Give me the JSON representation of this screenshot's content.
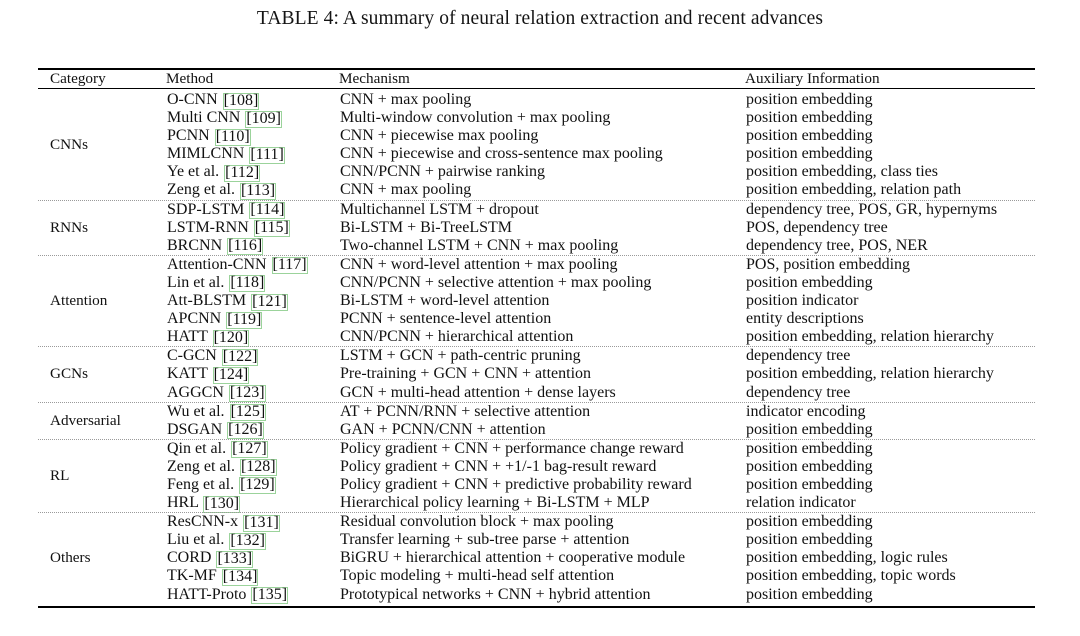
{
  "caption": "TABLE 4: A summary of neural relation extraction and recent advances",
  "columns": [
    "Category",
    "Method",
    "Mechanism",
    "Auxiliary Information"
  ],
  "groups": [
    {
      "category": "CNNs",
      "rows": [
        {
          "method": "O-CNN",
          "cite": "[108]",
          "mechanism": "CNN + max pooling",
          "auxiliary": "position embedding"
        },
        {
          "method": "Multi CNN",
          "cite": "[109]",
          "mechanism": "Multi-window convolution + max pooling",
          "auxiliary": "position embedding"
        },
        {
          "method": "PCNN",
          "cite": "[110]",
          "mechanism": "CNN + piecewise max pooling",
          "auxiliary": "position embedding"
        },
        {
          "method": "MIMLCNN",
          "cite": "[111]",
          "mechanism": "CNN + piecewise and cross-sentence max pooling",
          "auxiliary": "position embedding"
        },
        {
          "method": "Ye et al.",
          "cite": "[112]",
          "mechanism": "CNN/PCNN + pairwise ranking",
          "auxiliary": "position embedding, class ties"
        },
        {
          "method": "Zeng et al.",
          "cite": "[113]",
          "mechanism": "CNN + max pooling",
          "auxiliary": "position embedding, relation path"
        }
      ]
    },
    {
      "category": "RNNs",
      "rows": [
        {
          "method": "SDP-LSTM",
          "cite": "[114]",
          "mechanism": "Multichannel LSTM + dropout",
          "auxiliary": "dependency tree, POS, GR, hypernyms"
        },
        {
          "method": "LSTM-RNN",
          "cite": "[115]",
          "mechanism": "Bi-LSTM + Bi-TreeLSTM",
          "auxiliary": "POS, dependency tree"
        },
        {
          "method": "BRCNN",
          "cite": "[116]",
          "mechanism": "Two-channel LSTM + CNN + max pooling",
          "auxiliary": "dependency tree, POS, NER"
        }
      ]
    },
    {
      "category": "Attention",
      "rows": [
        {
          "method": "Attention-CNN",
          "cite": "[117]",
          "mechanism": "CNN + word-level attention + max pooling",
          "auxiliary": "POS, position embedding"
        },
        {
          "method": "Lin et al.",
          "cite": "[118]",
          "mechanism": "CNN/PCNN + selective attention + max pooling",
          "auxiliary": "position embedding"
        },
        {
          "method": "Att-BLSTM",
          "cite": "[121]",
          "mechanism": "Bi-LSTM + word-level attention",
          "auxiliary": "position indicator"
        },
        {
          "method": "APCNN",
          "cite": "[119]",
          "mechanism": "PCNN + sentence-level attention",
          "auxiliary": "entity descriptions"
        },
        {
          "method": "HATT",
          "cite": "[120]",
          "mechanism": "CNN/PCNN + hierarchical attention",
          "auxiliary": "position embedding, relation hierarchy"
        }
      ]
    },
    {
      "category": "GCNs",
      "rows": [
        {
          "method": "C-GCN",
          "cite": "[122]",
          "mechanism": "LSTM + GCN + path-centric pruning",
          "auxiliary": "dependency tree"
        },
        {
          "method": "KATT",
          "cite": "[124]",
          "mechanism": "Pre-training + GCN + CNN + attention",
          "auxiliary": "position embedding, relation hierarchy"
        },
        {
          "method": "AGGCN",
          "cite": "[123]",
          "mechanism": "GCN + multi-head attention + dense layers",
          "auxiliary": "dependency tree"
        }
      ]
    },
    {
      "category": "Adversarial",
      "rows": [
        {
          "method": "Wu et al.",
          "cite": "[125]",
          "mechanism": "AT + PCNN/RNN + selective attention",
          "auxiliary": "indicator encoding"
        },
        {
          "method": "DSGAN",
          "cite": "[126]",
          "mechanism": "GAN + PCNN/CNN + attention",
          "auxiliary": "position embedding"
        }
      ]
    },
    {
      "category": "RL",
      "rows": [
        {
          "method": "Qin et al.",
          "cite": "[127]",
          "mechanism": "Policy gradient + CNN + performance change reward",
          "auxiliary": "position embedding"
        },
        {
          "method": "Zeng et al.",
          "cite": "[128]",
          "mechanism": "Policy gradient + CNN + +1/-1 bag-result reward",
          "auxiliary": "position embedding"
        },
        {
          "method": "Feng et al.",
          "cite": "[129]",
          "mechanism": "Policy gradient + CNN + predictive probability reward",
          "auxiliary": "position embedding"
        },
        {
          "method": "HRL",
          "cite": "[130]",
          "mechanism": "Hierarchical policy learning + Bi-LSTM + MLP",
          "auxiliary": "relation indicator"
        }
      ]
    },
    {
      "category": "Others",
      "rows": [
        {
          "method": "ResCNN-x",
          "cite": "[131]",
          "mechanism": "Residual convolution block + max pooling",
          "auxiliary": "position embedding"
        },
        {
          "method": "Liu et al.",
          "cite": "[132]",
          "mechanism": "Transfer learning + sub-tree parse + attention",
          "auxiliary": "position embedding"
        },
        {
          "method": "CORD",
          "cite": "[133]",
          "mechanism": "BiGRU + hierarchical attention + cooperative module",
          "auxiliary": "position embedding, logic rules"
        },
        {
          "method": "TK-MF",
          "cite": "[134]",
          "mechanism": "Topic modeling + multi-head self attention",
          "auxiliary": "position embedding, topic words"
        },
        {
          "method": "HATT-Proto",
          "cite": "[135]",
          "mechanism": "Prototypical networks + CNN + hybrid attention",
          "auxiliary": "position embedding"
        }
      ]
    }
  ],
  "colors": {
    "text": "#111111",
    "rule": "#000000",
    "group_separator": "#9a9a9a",
    "citation_link_box": "#9bd39b"
  }
}
